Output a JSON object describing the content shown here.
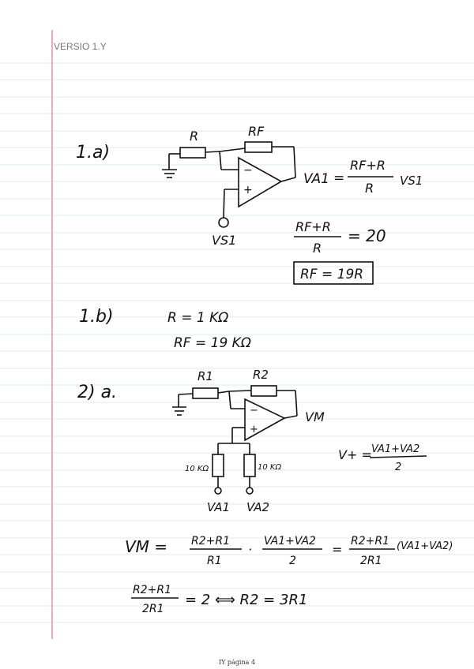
{
  "header": {
    "text": "VERSIO 1.Y"
  },
  "footer": {
    "text": "IY página 4"
  },
  "notes": {
    "q1a_label": "1.a)",
    "q1a_r": "R",
    "q1a_rf": "RF",
    "q1a_vs1": "VS1",
    "q1a_vo": "VA1",
    "q1a_ratio_eq": "= 20",
    "q1a_result": "RF = 19R",
    "q1b_label": "1.b)",
    "q1b_r": "R = 1 KΩ",
    "q1b_rf": "RF = 19 KΩ",
    "q2a_label": "2) a.",
    "q2_r1": "R1",
    "q2_r2": "R2",
    "q2_vm": "VM",
    "q2_10k_a": "10 KΩ",
    "q2_10k_b": "10 KΩ",
    "q2_va1": "VA1",
    "q2_va2": "VA2",
    "q2_vplus": "V+ =",
    "q2_vplus_num": "VA1+VA2",
    "q2_vplus_den": "2",
    "q2_vm_lhs": "VM =",
    "q2_frac1_num": "R2+R1",
    "q2_frac1_den": "R1",
    "q2_frac2_num": "VA1+VA2",
    "q2_frac2_den": "2",
    "q2_frac3_num": "R2+R1",
    "q2_frac3_den": "2R1",
    "q2_tail": "(VA1+VA2)",
    "q2_cond_num": "R2+R1",
    "q2_cond_den": "2R1",
    "q2_cond_rhs": "= 2  ⟺  R2 = 3R1"
  }
}
